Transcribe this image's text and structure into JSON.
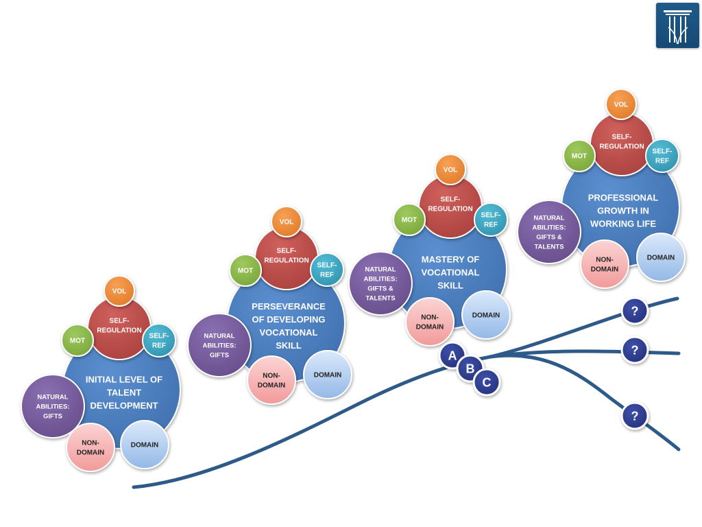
{
  "colors": {
    "curve": "#2d5a88",
    "main_circle": "#4a7fbf",
    "self_regulation": "#c0504d",
    "vol": "#f08c3a",
    "mot": "#8db94a",
    "self_ref": "#3fa9c4",
    "natural": "#7a5fa0",
    "non_domain": "#f5a9a9",
    "domain": "#a9c9ef",
    "badge": "#2e3d8f"
  },
  "stages": [
    {
      "main_lines": [
        "INITIAL LEVEL OF",
        "TALENT",
        "DEVELOPMENT"
      ],
      "self_regulation_lines": [
        "SELF-",
        "REGULATION"
      ],
      "vol": "VOL",
      "mot": "MOT",
      "self_ref_lines": [
        "SELF-",
        "REF"
      ],
      "natural_lines": [
        "NATURAL",
        "ABILITIES:",
        "GIFTS"
      ],
      "non_domain_lines": [
        "NON-",
        "DOMAIN"
      ],
      "domain": "DOMAIN"
    },
    {
      "main_lines": [
        "PERSEVERANCE",
        "OF DEVELOPING",
        "VOCATIONAL",
        "SKILL"
      ],
      "self_regulation_lines": [
        "SELF-",
        "REGULATION"
      ],
      "vol": "VOL",
      "mot": "MOT",
      "self_ref_lines": [
        "SELF-",
        "REF"
      ],
      "natural_lines": [
        "NATURAL",
        "ABILITIES:",
        "GIFTS"
      ],
      "non_domain_lines": [
        "NON-",
        "DOMAIN"
      ],
      "domain": "DOMAIN"
    },
    {
      "main_lines": [
        "MASTERY OF",
        "VOCATIONAL",
        "SKILL"
      ],
      "self_regulation_lines": [
        "SELF-",
        "REGULATION"
      ],
      "vol": "VOL",
      "mot": "MOT",
      "self_ref_lines": [
        "SELF-",
        "REF"
      ],
      "natural_lines": [
        "NATURAL",
        "ABILITIES:",
        "GIFTS &",
        "TALENTS"
      ],
      "non_domain_lines": [
        "NON-",
        "DOMAIN"
      ],
      "domain": "DOMAIN"
    },
    {
      "main_lines": [
        "PROFESSIONAL",
        "GROWTH IN",
        "WORKING LIFE"
      ],
      "self_regulation_lines": [
        "SELF-",
        "REGULATION"
      ],
      "vol": "VOL",
      "mot": "MOT",
      "self_ref_lines": [
        "SELF-",
        "REF"
      ],
      "natural_lines": [
        "NATURAL",
        "ABILITIES:",
        "GIFTS &",
        "TALENTS"
      ],
      "non_domain_lines": [
        "NON-",
        "DOMAIN"
      ],
      "domain": "DOMAIN"
    }
  ],
  "path_badges": [
    "A",
    "B",
    "C"
  ],
  "outcome_badges": [
    "?",
    "?",
    "?"
  ],
  "logo_icon": "pillar-logo-icon"
}
